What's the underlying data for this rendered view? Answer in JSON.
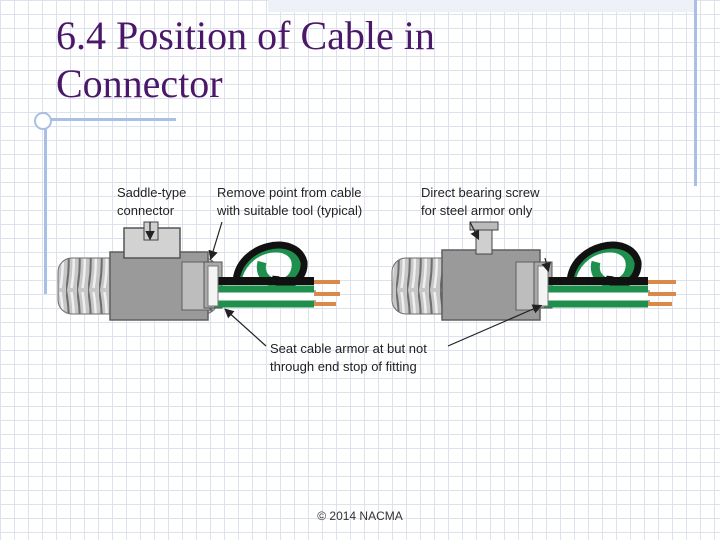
{
  "slide": {
    "title_line1": "6.4 Position of Cable in",
    "title_line2": "Connector",
    "footer": "© 2014 NACMA"
  },
  "diagram": {
    "labels": {
      "saddle_line1": "Saddle-type",
      "saddle_line2": "connector",
      "remove_line1": "Remove point from cable",
      "remove_line2": "with suitable tool (typical)",
      "direct_line1": "Direct bearing screw",
      "direct_line2": "for steel armor only",
      "seat_line1": "Seat cable armor at but not",
      "seat_line2": "through end stop of fitting"
    },
    "colors": {
      "armor": "#b8b8b8",
      "connector_body": "#9a9a9a",
      "wire_green": "#1f8f4e",
      "wire_black": "#111111",
      "wire_white": "#ffffff",
      "copper": "#d98a4a"
    }
  }
}
